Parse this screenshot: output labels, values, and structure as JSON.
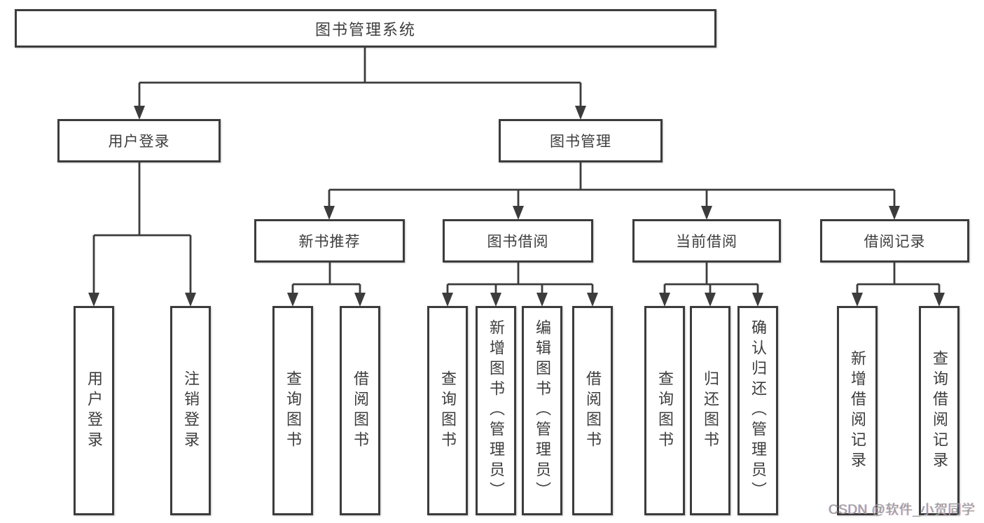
{
  "colors": {
    "line": "#3c3c3c",
    "text": "#3d3d3d",
    "watermark": "#9c9c9c",
    "background": "#ffffff"
  },
  "tree": {
    "root": "图书管理系统",
    "l1": [
      {
        "label": "用户登录",
        "children": [
          "用户登录",
          "注销登录"
        ]
      },
      {
        "label": "图书管理",
        "children": [
          {
            "label": "新书推荐",
            "children": [
              "查询图书",
              "借阅图书"
            ]
          },
          {
            "label": "图书借阅",
            "children": [
              "查询图书",
              "新增图书（管理员）",
              "编辑图书（管理员）",
              "借阅图书"
            ]
          },
          {
            "label": "当前借阅",
            "children": [
              "查询图书",
              "归还图书",
              "确认归还（管理员）"
            ]
          },
          {
            "label": "借阅记录",
            "children": [
              "新增借阅记录",
              "查询借阅记录"
            ]
          }
        ]
      }
    ]
  },
  "watermark": {
    "text": "CSDN @软件_小贺同学"
  }
}
